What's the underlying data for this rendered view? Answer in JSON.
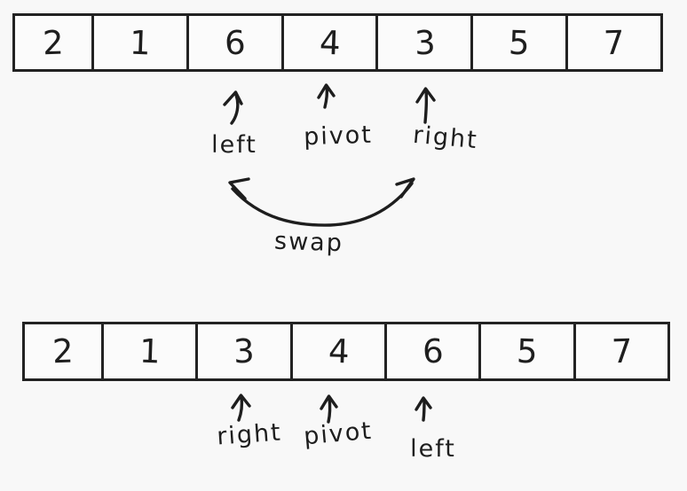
{
  "canvas": {
    "background": "#f8f8f8",
    "ink": "#1e1e1e"
  },
  "before": {
    "values": [
      "2",
      "1",
      "6",
      "4",
      "3",
      "5",
      "7"
    ],
    "pointers": [
      {
        "label": "left",
        "cell": 2
      },
      {
        "label": "pivot",
        "cell": 3
      },
      {
        "label": "right",
        "cell": 4
      }
    ]
  },
  "swap_label": "swap",
  "after": {
    "values": [
      "2",
      "1",
      "3",
      "4",
      "6",
      "5",
      "7"
    ],
    "pointers": [
      {
        "label": "right",
        "cell": 2
      },
      {
        "label": "pivot",
        "cell": 3
      },
      {
        "label": "left",
        "cell": 4
      }
    ]
  }
}
